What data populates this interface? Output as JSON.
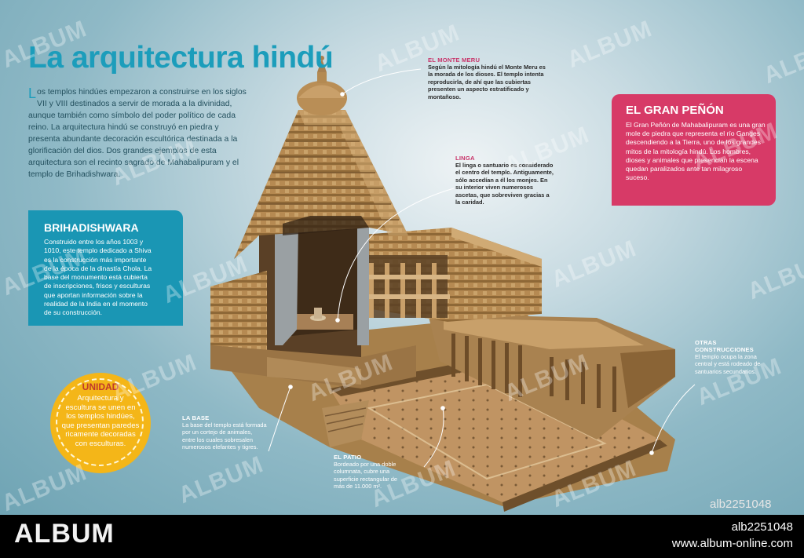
{
  "title": "La arquitectura hindú",
  "intro": {
    "drop_cap": "L",
    "text": "os templos hindúes empezaron a construirse en los siglos VII y VIII destinados a servir de morada a la divinidad, aunque también como símbolo del poder político de cada reino. La arquitectura hindú se construyó en piedra y presenta abundante decoración escultórica destinada a la glorificación del dios. Dos grandes ejemplos de esta arquitectura son el recinto sagrado de Mahabalipuram y el templo de Brihadishwara."
  },
  "brihadishwara": {
    "title": "BRIHADISHWARA",
    "text": "Construido entre los años 1003 y 1010, este templo dedicado a Shiva es la construcción más importante de la época de la dinastía Chola. La base del monumento está cubierta de inscripciones, frisos y esculturas que aportan información sobre la realidad de la India en el momento de su construcción."
  },
  "gran_penon": {
    "title": "EL GRAN PEÑÓN",
    "text": "El Gran Peñón de Mahabalipuram es una gran mole de piedra que representa el río Ganges descendiendo a la Tierra, uno de los grandes mitos de la mitología hindú. Los hombres, dioses y animales que presencian la escena quedan paralizados ante tan milagroso suceso."
  },
  "unidad": {
    "title": "UNIDAD",
    "text": "Arquitectura y escultura se unen en los templos hindúes, que presentan paredes ricamente decoradas con esculturas."
  },
  "labels": {
    "monte_meru": {
      "title": "EL MONTE MERU",
      "text": "Según la mitología hindú el Monte Meru es la morada de los dioses. El templo intenta reproducirla, de ahí que las cubiertas presenten un aspecto estratificado y montañoso."
    },
    "linga": {
      "title": "LINGA",
      "text": "El linga o santuario es considerado el centro del templo. Antiguamente, sólo accedían a él los monjes. En su interior viven numerosos ascetas, que sobreviven gracias a la caridad."
    },
    "base": {
      "title": "LA BASE",
      "text": "La base del templo está formada por un cortejo de animales, entre los cuales sobresalen numerosos elefantes y tigres."
    },
    "patio": {
      "title": "EL PATIO",
      "text": "Bordeado por una doble columnata, cubre una superficie rectangular de más de 11.000 m²."
    },
    "otras": {
      "title": "OTRAS CONSTRUCCIONES",
      "text": "El templo ocupa la zona central y está rodeado de santuarios secundarios."
    }
  },
  "watermark": "ALBUM",
  "image_id": "alb2251048",
  "footer": {
    "logo": "ALBUM",
    "id": "alb2251048",
    "url": "www.album-online.com"
  },
  "colors": {
    "accent_blue": "#1c9dbb",
    "accent_pink": "#d73a67",
    "accent_yellow": "#f4b618",
    "footer": "#000000"
  }
}
